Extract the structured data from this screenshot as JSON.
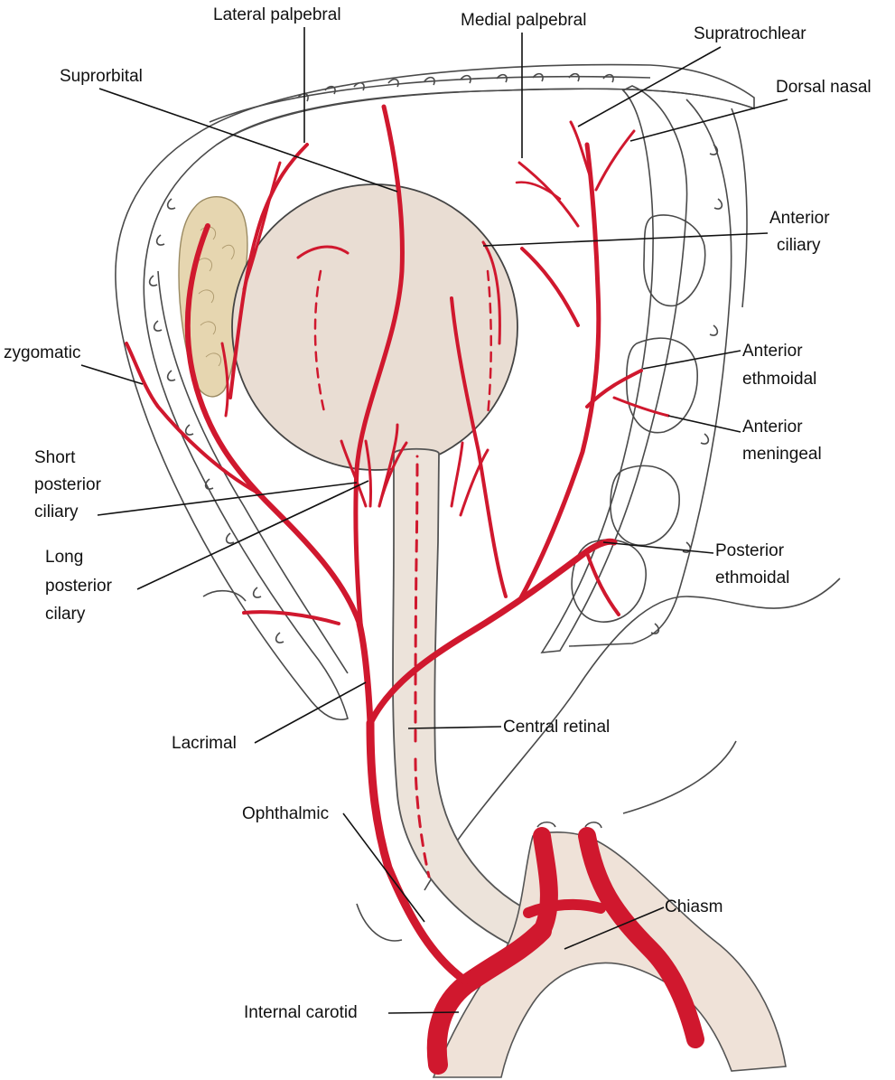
{
  "labels": {
    "lateral_palpebral": "Lateral palpebral",
    "medial_palpebral": "Medial palpebral",
    "supratrochlear": "Supratrochlear",
    "suprorbital": "Suprorbital",
    "dorsal_nasal": "Dorsal nasal",
    "anterior_ciliary_1": "Anterior",
    "anterior_ciliary_2": "ciliary",
    "zygomatic": "zygomatic",
    "anterior_ethmoidal_1": "Anterior",
    "anterior_ethmoidal_2": "ethmoidal",
    "anterior_meningeal_1": "Anterior",
    "anterior_meningeal_2": "meningeal",
    "short_posterior_ciliary_1": "Short",
    "short_posterior_ciliary_2": "posterior",
    "short_posterior_ciliary_3": "ciliary",
    "long_posterior_cilary_1": "Long",
    "long_posterior_cilary_2": "posterior",
    "long_posterior_cilary_3": "cilary",
    "posterior_ethmoidal_1": "Posterior",
    "posterior_ethmoidal_2": "ethmoidal",
    "lacrimal": "Lacrimal",
    "central_retinal": "Central retinal",
    "ophthalmic": "Ophthalmic",
    "chiasm": "Chiasm",
    "internal_carotid": "Internal carotid"
  },
  "colors": {
    "artery": "#d0182e",
    "globe": "#e9ddd3",
    "bone": "#f7f5f2",
    "optic_nerve": "#ece3da",
    "lacrimal_gland": "#e6d6b0",
    "chiasm_fill": "#efe2d8"
  }
}
